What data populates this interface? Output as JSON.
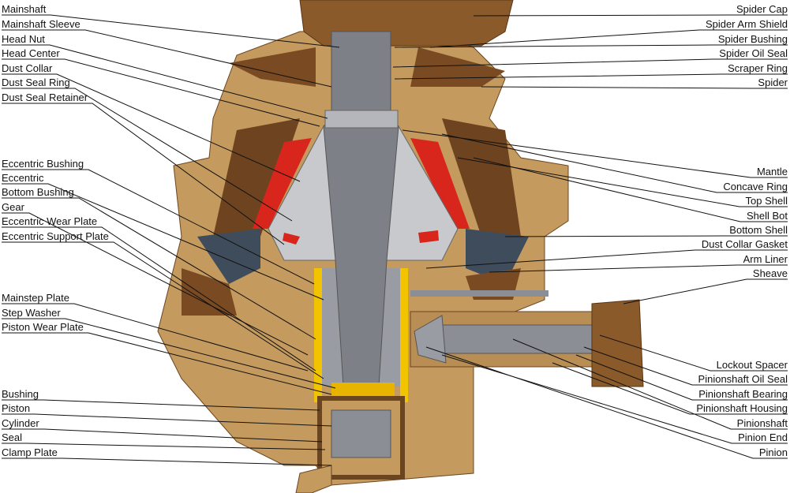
{
  "labels_left": [
    "Mainshaft",
    "Mainshaft Sleeve",
    "Head Nut",
    "Head Center",
    "Dust Collar",
    "Dust Seal Ring",
    "Dust Seal Retainer",
    "Eccentric Bushing",
    "Eccentric",
    "Bottom Bushing",
    "Gear",
    "Eccentric Wear Plate",
    "Eccentric Support Plate",
    "Mainstep Plate",
    "Step Washer",
    "Piston Wear Plate",
    "Bushing",
    "Piston",
    "Cylinder",
    "Seal",
    "Clamp Plate"
  ],
  "labels_right": [
    "Spider Cap",
    "Spider Arm Shield",
    "Spider Bushing",
    "Spider Oil Seal",
    "Scraper Ring",
    "Spider",
    "Mantle",
    "Concave Ring",
    "Top Shell",
    "Shell Bot",
    "Bottom Shell",
    "Dust Collar Gasket",
    "Arm Liner",
    "Sheave",
    "Lockout Spacer",
    "Pinionshaft Oil Seal",
    "Pinionshaft Bearing",
    "Pinionshaft Housing",
    "Pinionshaft",
    "Pinion End",
    "Pinion"
  ],
  "colors": {
    "body": "#c49a5e",
    "dark_brown": "#7a4a22",
    "steel": "#8c8e96",
    "liner": "#3f4c5c",
    "seal": "#d8261c",
    "bushing": "#f2c400"
  }
}
